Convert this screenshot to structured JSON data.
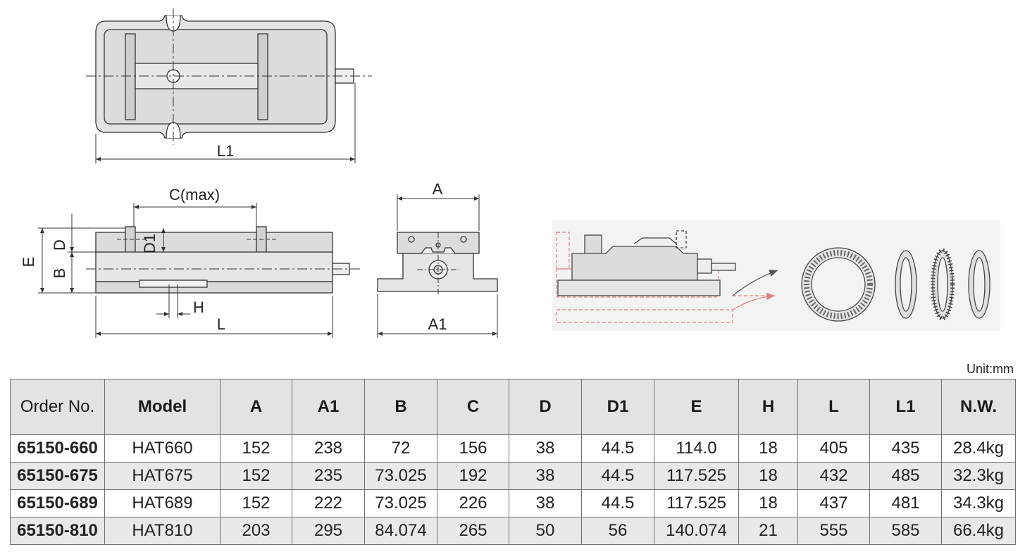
{
  "drawing": {
    "top_view_label": "L1",
    "side_view_labels": {
      "c": "C(max)",
      "d": "D",
      "d1": "D1",
      "e": "E",
      "b": "B",
      "h": "H",
      "l": "L"
    },
    "end_view_labels": {
      "a": "A",
      "a1": "A1"
    }
  },
  "unit_label": "Unit:mm",
  "table": {
    "headers": [
      "Order No.",
      "Model",
      "A",
      "A1",
      "B",
      "C",
      "D",
      "D1",
      "E",
      "H",
      "L",
      "L1",
      "N.W."
    ],
    "rows": [
      [
        "65150-660",
        "HAT660",
        "152",
        "238",
        "72",
        "156",
        "38",
        "44.5",
        "114.0",
        "18",
        "405",
        "435",
        "28.4kg"
      ],
      [
        "65150-675",
        "HAT675",
        "152",
        "235",
        "73.025",
        "192",
        "38",
        "44.5",
        "117.525",
        "18",
        "432",
        "485",
        "32.3kg"
      ],
      [
        "65150-689",
        "HAT689",
        "152",
        "222",
        "73.025",
        "226",
        "38",
        "44.5",
        "117.525",
        "18",
        "437",
        "481",
        "34.3kg"
      ],
      [
        "65150-810",
        "HAT810",
        "203",
        "295",
        "84.074",
        "265",
        "50",
        "56",
        "140.074",
        "21",
        "555",
        "585",
        "66.4kg"
      ]
    ]
  }
}
